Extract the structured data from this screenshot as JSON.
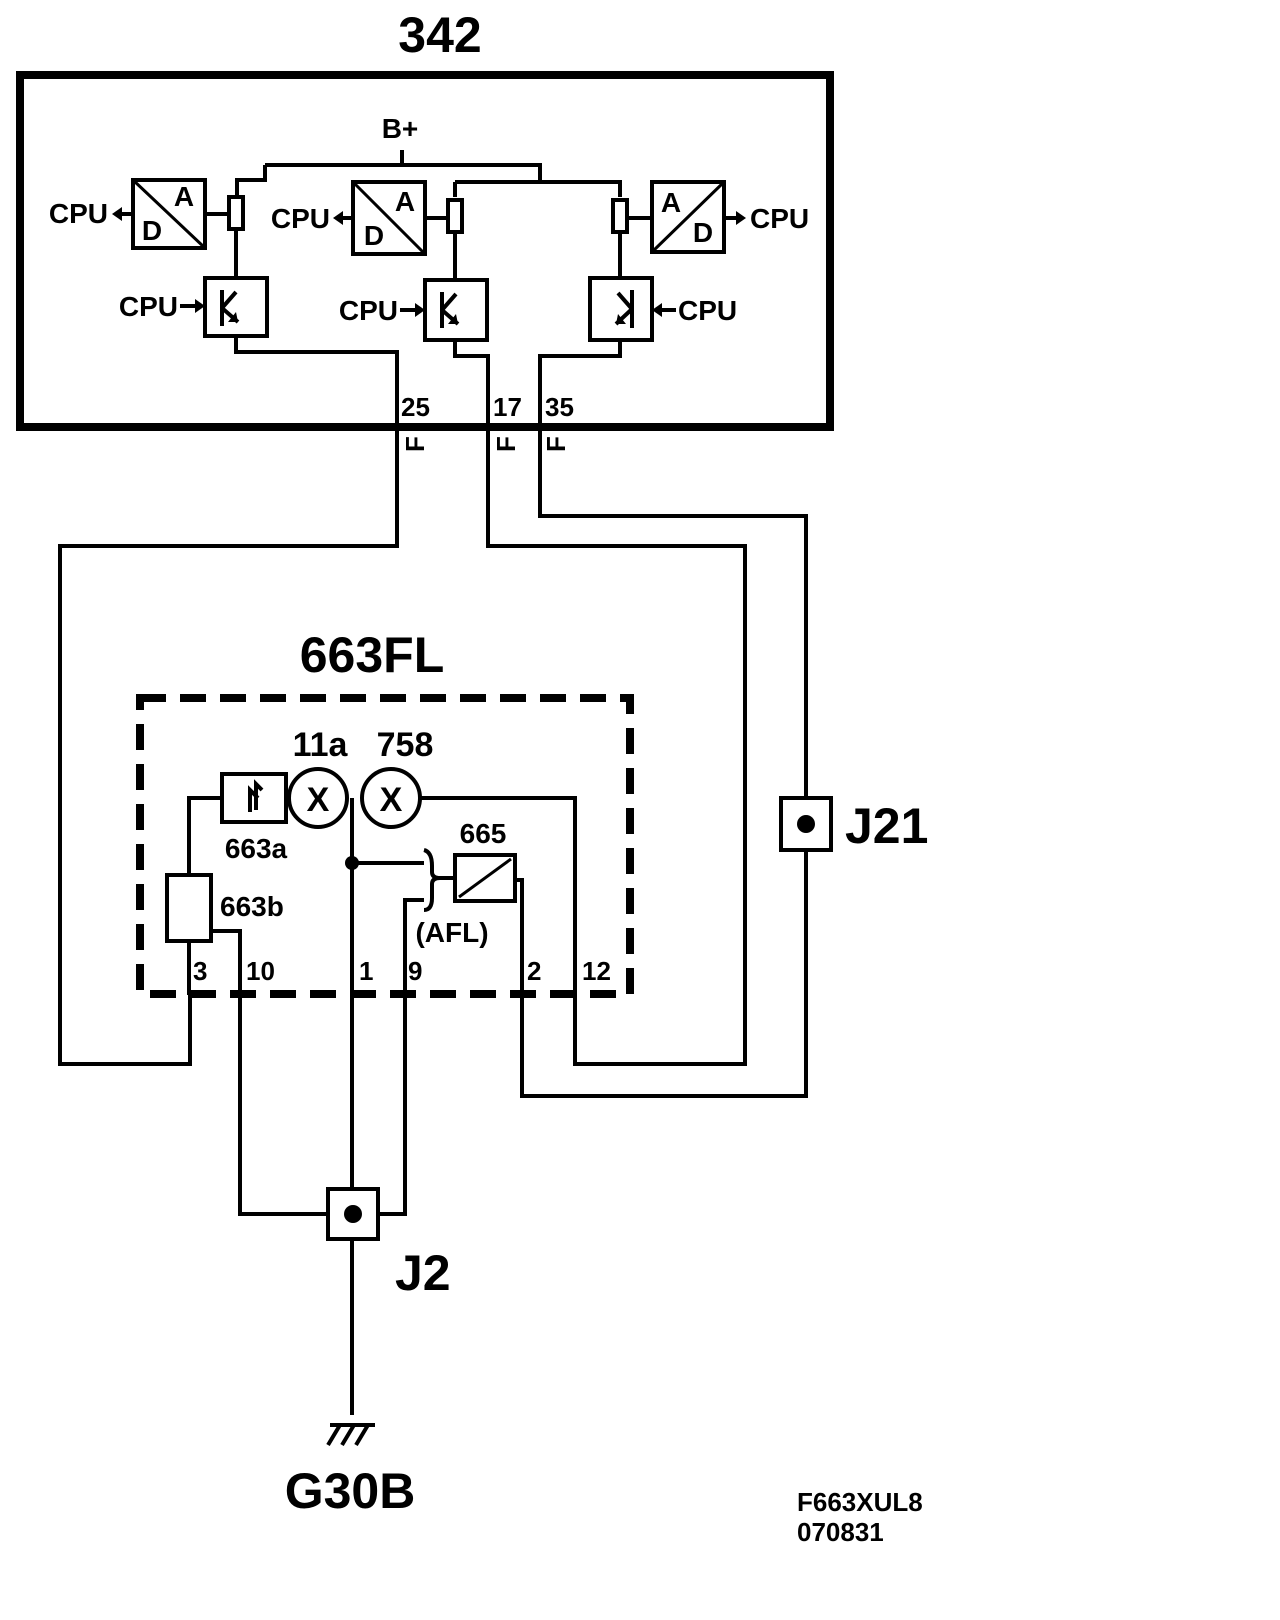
{
  "module": {
    "name": "342",
    "supply": "B+",
    "cpu_label": "CPU",
    "adc_a": "A",
    "adc_d": "D",
    "pins": [
      "25",
      "17",
      "35"
    ],
    "pin_marker": "F"
  },
  "assembly": {
    "name": "663FL",
    "lamp_1": "11a",
    "lamp_2": "758",
    "lamp_symbol": "X",
    "switch_a": "663a",
    "element_b": "663b",
    "motor": "665",
    "motor_note": "(AFL)",
    "pins": [
      "3",
      "10",
      "1",
      "9",
      "2",
      "12"
    ]
  },
  "junctions": {
    "j21": "J21",
    "j2": "J2"
  },
  "ground": {
    "label": "G30B"
  },
  "footer": {
    "code": "F663XUL8",
    "date": "070831"
  }
}
